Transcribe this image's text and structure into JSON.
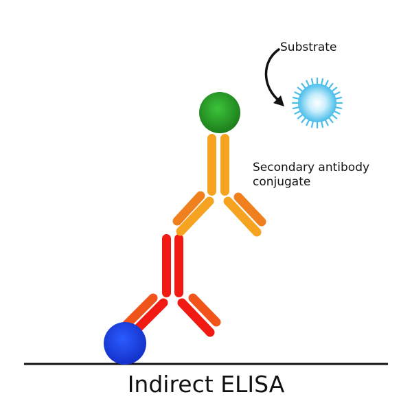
{
  "title": "Indirect ELISA",
  "labels": {
    "substrate": "Substrate",
    "secondary_conjugate_line1": "Secondary antibody",
    "secondary_conjugate_line2": "conjugate"
  },
  "colors": {
    "background": "#ffffff",
    "surface_line": "#111111",
    "antigen": "#1a3fe0",
    "primary_antibody_red": "#f01a12",
    "primary_antibody_orange": "#f0541a",
    "secondary_antibody_orange": "#f7a322",
    "secondary_antibody_dark_orange": "#f07f1e",
    "enzyme": "#239a22",
    "substrate_glow": "#5cc8f0",
    "arrow": "#111111"
  }
}
